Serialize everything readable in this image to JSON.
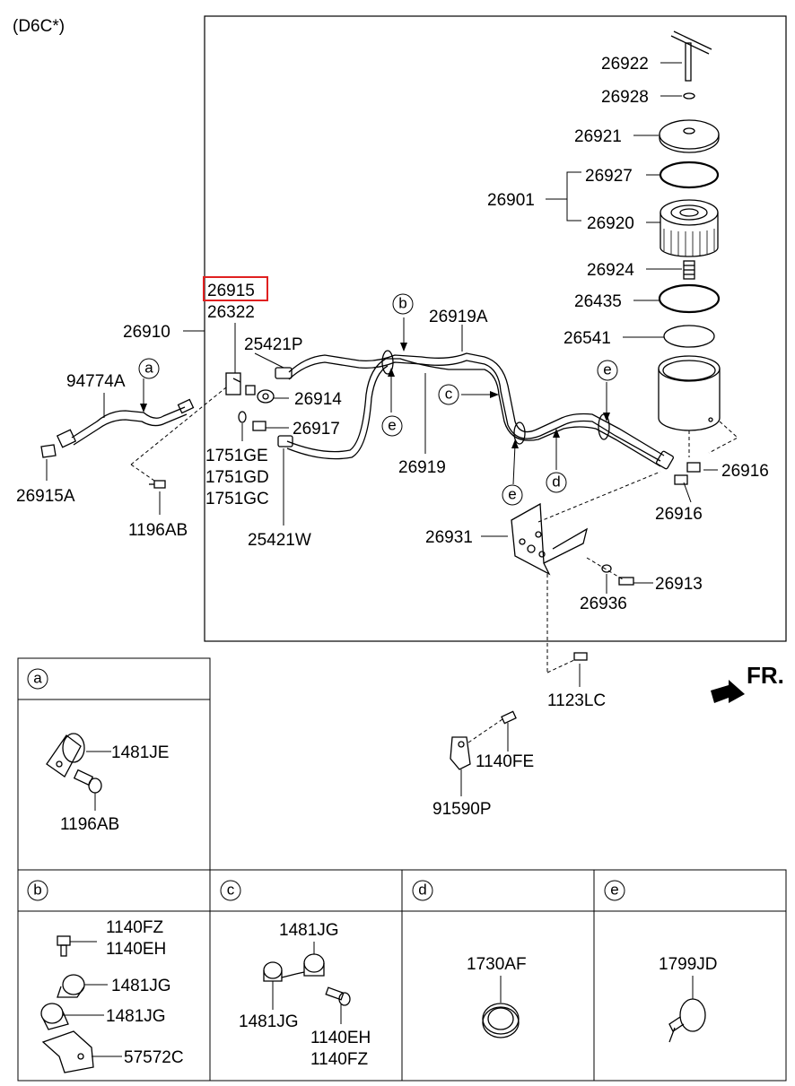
{
  "variant": "(D6C*)",
  "front_marker": "FR.",
  "main_labels": {
    "p26922": "26922",
    "p26928": "26928",
    "p26921": "26921",
    "p26927": "26927",
    "p26901": "26901",
    "p26920": "26920",
    "p26924": "26924",
    "p26435": "26435",
    "p26541": "26541",
    "p26915": "26915",
    "p26322": "26322",
    "p26910": "26910",
    "p25421P": "25421P",
    "p26919A": "26919A",
    "p94774A": "94774A",
    "p26914": "26914",
    "p26917": "26917",
    "p1751GE": "1751GE",
    "p1751GD": "1751GD",
    "p1751GC": "1751GC",
    "p26915A": "26915A",
    "p1196AB": "1196AB",
    "p25421W": "25421W",
    "p26919": "26919",
    "p26931": "26931",
    "p26916a": "26916",
    "p26916b": "26916",
    "p26913": "26913",
    "p26936": "26936",
    "p1123LC": "1123LC",
    "p1140FE": "1140FE",
    "p91590P": "91590P"
  },
  "callouts": {
    "a": "a",
    "b": "b",
    "c": "c",
    "d": "d",
    "e": "e"
  },
  "detail_a": {
    "header": "a",
    "p1481JE": "1481JE",
    "p1196AB": "1196AB"
  },
  "detail_b": {
    "header": "b",
    "p1140FZ": "1140FZ",
    "p1140EH": "1140EH",
    "p1481JG_1": "1481JG",
    "p1481JG_2": "1481JG",
    "p57572C": "57572C"
  },
  "detail_c": {
    "header": "c",
    "p1481JG_1": "1481JG",
    "p1481JG_2": "1481JG",
    "p1140EH": "1140EH",
    "p1140FZ": "1140FZ"
  },
  "detail_d": {
    "header": "d",
    "p1730AF": "1730AF"
  },
  "detail_e": {
    "header": "e",
    "p1799JD": "1799JD"
  },
  "highlight_color": "#e02020"
}
